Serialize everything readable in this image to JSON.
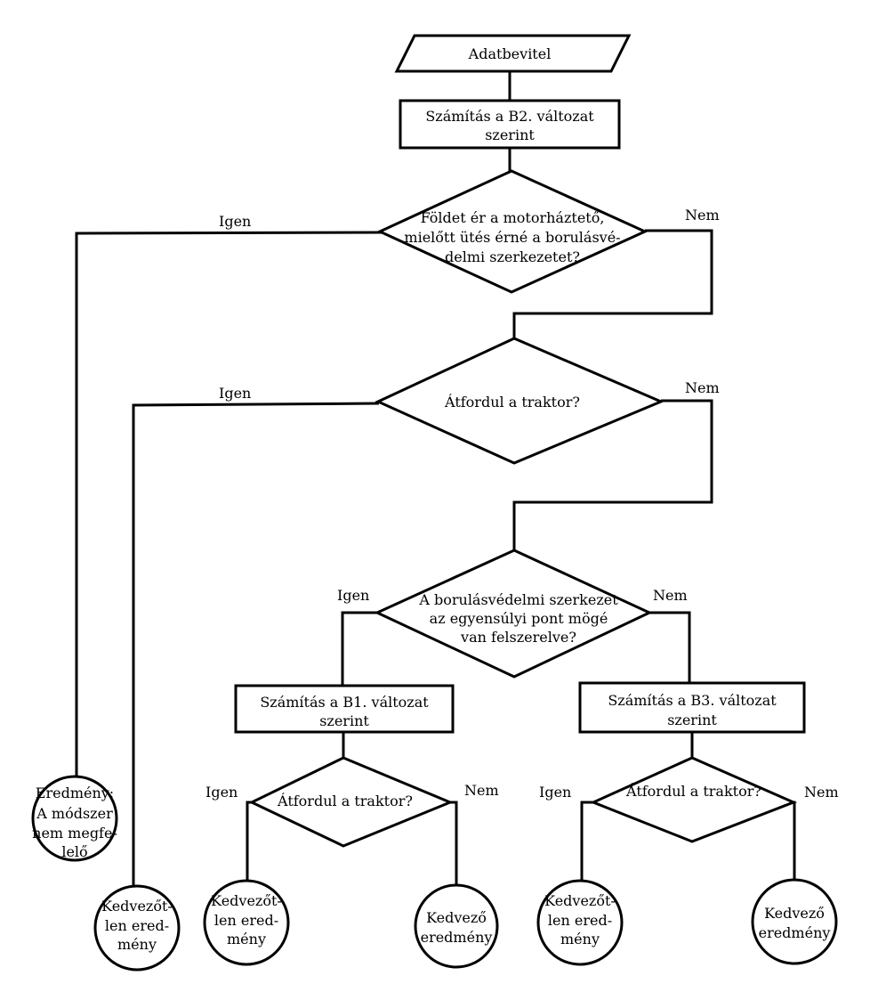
{
  "input": {
    "text": "Adatbevitel"
  },
  "calc_b2": {
    "line1": "Számítás a B2. változat",
    "line2": "szerint"
  },
  "decision1": {
    "line1": "Földet ér a motorháztető,",
    "line2": "mielőtt ütés érné a borulásvé-",
    "line3": "delmi szerkezetet?",
    "yes": "Igen",
    "no": "Nem"
  },
  "decision2": {
    "text": "Átfordul a traktor?",
    "yes": "Igen",
    "no": "Nem"
  },
  "decision3": {
    "line1": "A borulásvédelmi szerkezet",
    "line2": "az egyensúlyi pont mögé",
    "line3": "van felszerelve?",
    "yes": "Igen",
    "no": "Nem"
  },
  "calc_b1": {
    "line1": "Számítás a B1. változat",
    "line2": "szerint"
  },
  "calc_b3": {
    "line1": "Számítás a B3. változat",
    "line2": "szerint"
  },
  "decision4": {
    "text": "Átfordul a traktor?",
    "yes": "Igen",
    "no": "Nem"
  },
  "decision5": {
    "text": "Átfordul a traktor?",
    "yes": "Igen",
    "no": "Nem"
  },
  "result_inadequate": {
    "line1": "Eredmény:",
    "line2": "A módszer",
    "line3": "nem megfe-",
    "line4": "lelő"
  },
  "result_unfavorable": {
    "line1": "Kedvezőt-",
    "line2": "len ered-",
    "line3": "mény"
  },
  "result_favorable": {
    "line1": "Kedvező",
    "line2": "eredmény"
  }
}
